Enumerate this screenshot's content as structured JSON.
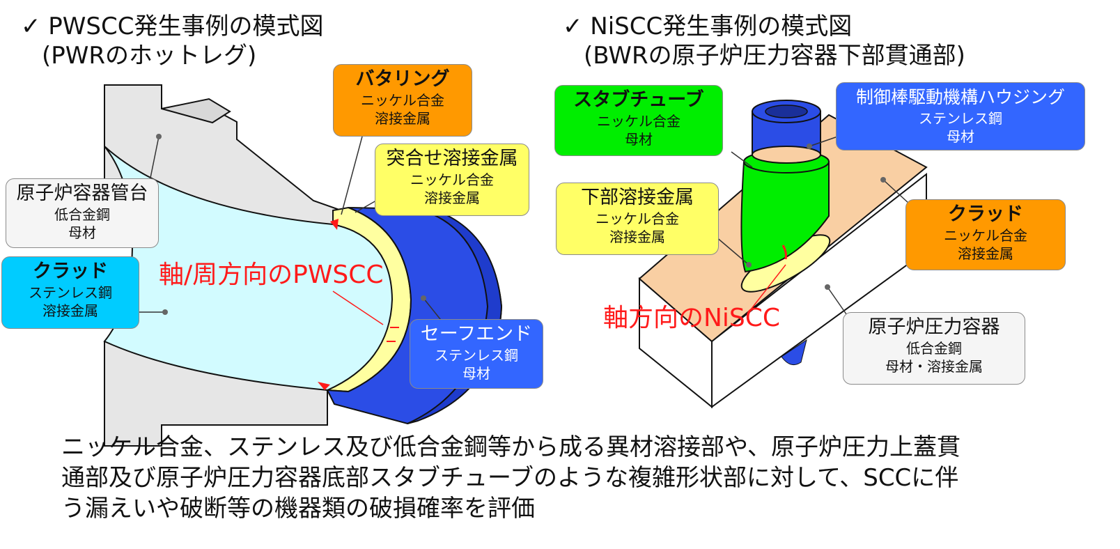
{
  "left": {
    "title_line1": "✓ PWSCC発生事例の模式図",
    "title_line2": "(PWRのホットレグ)",
    "callout": "軸/周方向のPWSCC",
    "labels": {
      "buttering": {
        "heading": "バタリング",
        "line1": "ニッケル合金",
        "line2": "溶接金属"
      },
      "butt_weld": {
        "heading": "突合せ溶接金属",
        "line1": "ニッケル合金",
        "line2": "溶接金属"
      },
      "nozzle": {
        "heading": "原子炉容器管台",
        "line1": "低合金鋼",
        "line2": "母材"
      },
      "clad": {
        "heading": "クラッド",
        "line1": "ステンレス鋼",
        "line2": "溶接金属"
      },
      "safe_end": {
        "heading": "セーフエンド",
        "line1": "ステンレス鋼",
        "line2": "母材"
      }
    }
  },
  "right": {
    "title_line1": "✓ NiSCC発生事例の模式図",
    "title_line2": "(BWRの原子炉圧力容器下部貫通部)",
    "callout": "軸方向のNiSCC",
    "labels": {
      "stub_tube": {
        "heading": "スタブチューブ",
        "line1": "ニッケル合金",
        "line2": "母材"
      },
      "crd_housing": {
        "heading": "制御棒駆動機構ハウジング",
        "line1": "ステンレス鋼",
        "line2": "母材"
      },
      "lower_weld": {
        "heading": "下部溶接金属",
        "line1": "ニッケル合金",
        "line2": "溶接金属"
      },
      "clad": {
        "heading": "クラッド",
        "line1": "ニッケル合金",
        "line2": "溶接金属"
      },
      "rpv": {
        "heading": "原子炉圧力容器",
        "line1": "低合金鋼",
        "line2": "母材・溶接金属"
      }
    }
  },
  "footer": {
    "line1": "ニッケル合金、ステンレス及び低合金鋼等から成る異材溶接部や、原子炉圧力上蓋貫",
    "line2": "通部及び原子炉圧力容器底部スタブチューブのような複雑形状部に対して、SCCに伴",
    "line3": "う漏えいや破断等の機器類の破損確率を評価"
  },
  "colors": {
    "orange": "#ff9900",
    "yellow": "#ffff66",
    "white_box": "#f5f5f5",
    "cyan": "#00ccff",
    "blue": "#3366ff",
    "green": "#00ee00",
    "peach": "#f9cfa3",
    "pipe_inner": "#d2fbff",
    "red": "#ff1a1a"
  }
}
